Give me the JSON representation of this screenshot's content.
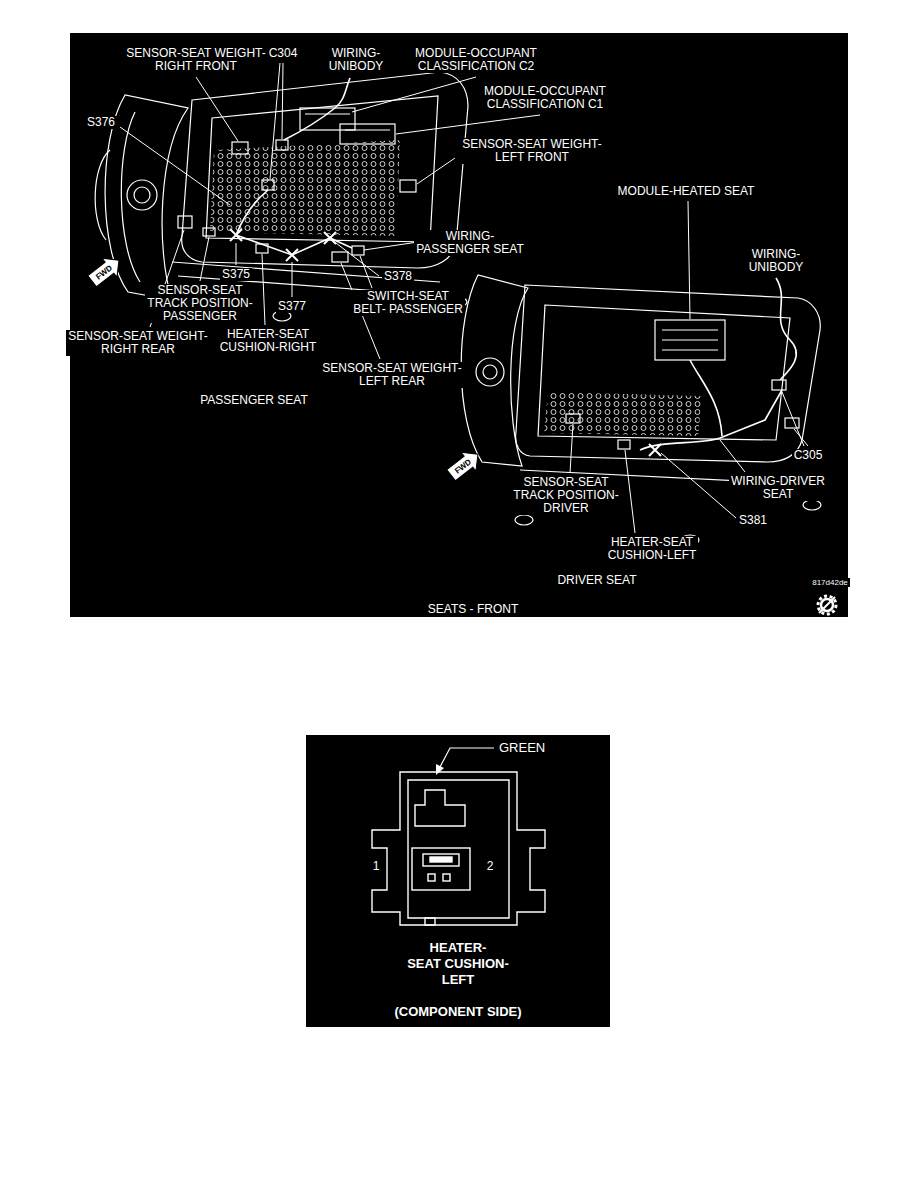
{
  "diagram": {
    "nodes": [
      {
        "text": [
          "SENSOR-SEAT WEIGHT- RIGHT FRONT",
          "C304",
          "WIRING- UNIBODY",
          "MODULE-OCCUPANT CLASSIFICATION C2",
          "MODULE-OCCUPANT CLASSIFICATION C1",
          "S376",
          "SENSOR-SEAT WEIGHT- LEFT FRONT",
          "MODULE-HEATED SEAT",
          "WIRING- PASSENGER SEAT",
          "WIRING- UNIBODY",
          "FWD",
          "S375",
          "S378",
          "SENSOR-SEAT TRACK POSITION- PASSENGER",
          "SWITCH-SEAT BELT- PASSENGER",
          "S377",
          "SENSOR-SEAT WEIGHT- RIGHT REAR",
          "HEATER-SEAT CUSHION-RIGHT",
          "SENSOR-SEAT WEIGHT- LEFT REAR",
          "PASSENGER SEAT",
          "C305",
          "FWD",
          "SENSOR-SEAT TRACK POSITION- DRIVER",
          "WIRING-DRIVER SEAT",
          "S381",
          "HEATER-SEAT CUSHION-LEFT",
          "DRIVER SEAT",
          "817d42de",
          "SEATS - FRONT"
        ]
      },
      {
        "text": [
          "GREEN",
          "1",
          "2",
          "HEATER- SEAT CUSHION- LEFT",
          "(COMPONENT SIDE)"
        ]
      }
    ]
  }
}
